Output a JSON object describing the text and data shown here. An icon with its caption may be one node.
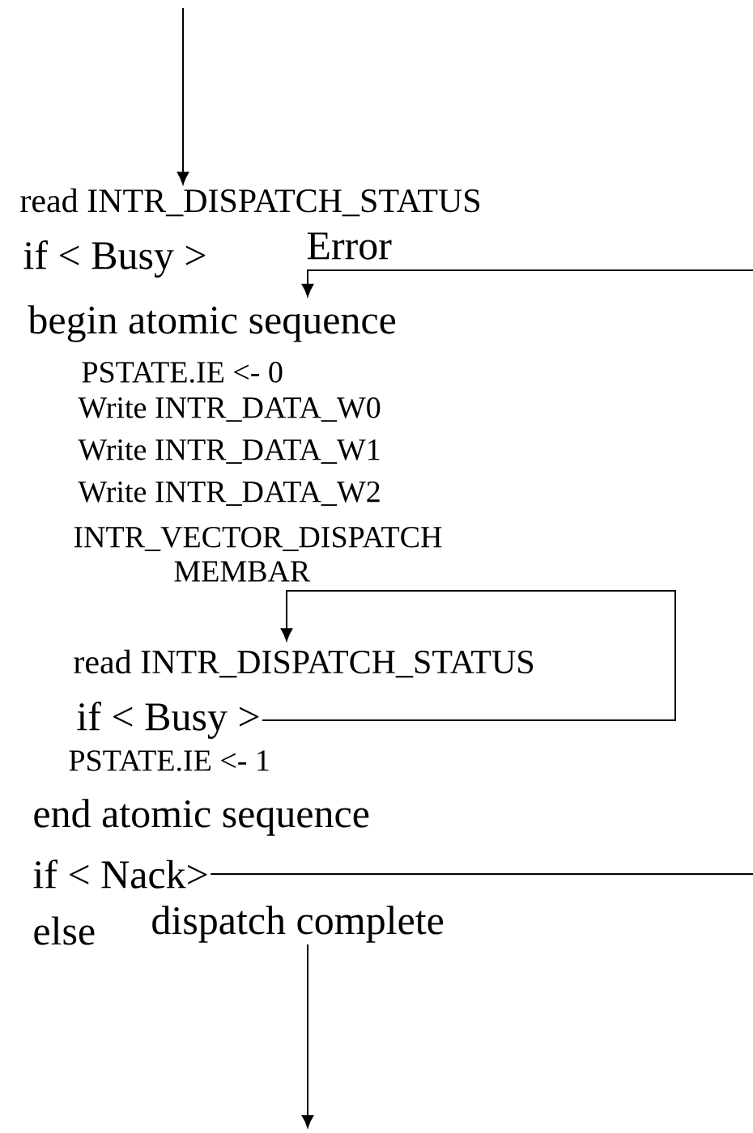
{
  "diagram": {
    "nodes": [
      {
        "text": [
          "read INTR_DISPATCH_STATUS"
        ]
      },
      {
        "text": [
          "if < Busy >"
        ]
      },
      {
        "text": [
          "Error"
        ]
      },
      {
        "text": [
          "begin atomic sequence"
        ]
      },
      {
        "text": [
          "PSTATE.IE <- 0"
        ]
      },
      {
        "text": [
          "Write INTR_DATA_W0"
        ]
      },
      {
        "text": [
          "Write INTR_DATA_W1"
        ]
      },
      {
        "text": [
          "Write INTR_DATA_W2"
        ]
      },
      {
        "text": [
          "INTR_VECTOR_DISPATCH"
        ]
      },
      {
        "text": [
          "MEMBAR"
        ]
      },
      {
        "text": [
          "read INTR_DISPATCH_STATUS"
        ]
      },
      {
        "text": [
          "if < Busy >"
        ]
      },
      {
        "text": [
          "PSTATE.IE <- 1"
        ]
      },
      {
        "text": [
          "end atomic sequence"
        ]
      },
      {
        "text": [
          "if < Nack>"
        ]
      },
      {
        "text": [
          "else"
        ]
      },
      {
        "text": [
          "dispatch complete"
        ]
      }
    ],
    "edges": [
      {
        "from": null,
        "to": 0,
        "arrow": "to"
      },
      {
        "from": null,
        "to": 3,
        "arrow": "to"
      },
      {
        "from": 11,
        "to": 10,
        "arrow": "to"
      },
      {
        "from": 14,
        "to": null,
        "arrow": "none"
      },
      {
        "from": 16,
        "to": null,
        "arrow": "to"
      }
    ]
  }
}
